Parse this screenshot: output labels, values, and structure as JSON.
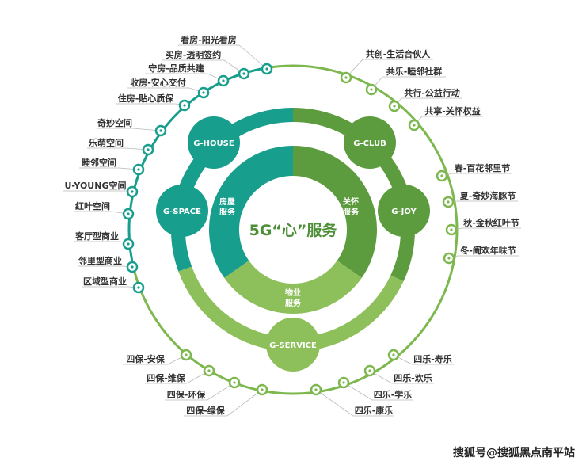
{
  "center_title": "5G“心”服务",
  "inner_ring": {
    "house": [
      "房屋",
      "服务"
    ],
    "care": [
      "关怀",
      "服务"
    ],
    "property": [
      "物业",
      "服务"
    ]
  },
  "hubs": [
    "G-HOUSE",
    "G-SPACE",
    "G-CLUB",
    "G-JOY",
    "G-SERVICE"
  ],
  "outer_labels": {
    "house": [
      "看房-阳光看房",
      "买房-透明签约",
      "守房-品质共建",
      "收房-安心交付",
      "住房-贴心质保"
    ],
    "space": [
      "奇妙空间",
      "乐萌空间",
      "睦邻空间",
      "U-YOUNG空间",
      "红叶空间",
      "客厅型商业",
      "邻里型商业",
      "区域型商业"
    ],
    "club": [
      "共创-生活合伙人",
      "共乐-睦邻社群",
      "共行-公益行动",
      "共享-关怀权益"
    ],
    "joy": [
      "春-百花邻里节",
      "夏-奇妙海豚节",
      "秋-金秋红叶节",
      "冬-阖欢年味节"
    ],
    "service_left": [
      "四保-安保",
      "四保-维保",
      "四保-环保",
      "四保-绿保"
    ],
    "service_right": [
      "四乐-寿乐",
      "四乐-欢乐",
      "四乐-学乐",
      "四乐-康乐"
    ]
  },
  "watermark": "搜狐号@搜狐黑点南平站",
  "colors": {
    "teal": "#179e8c",
    "green": "#5c9c3f",
    "light_green": "#8dc05a",
    "outer_green": "#7cb84e"
  }
}
